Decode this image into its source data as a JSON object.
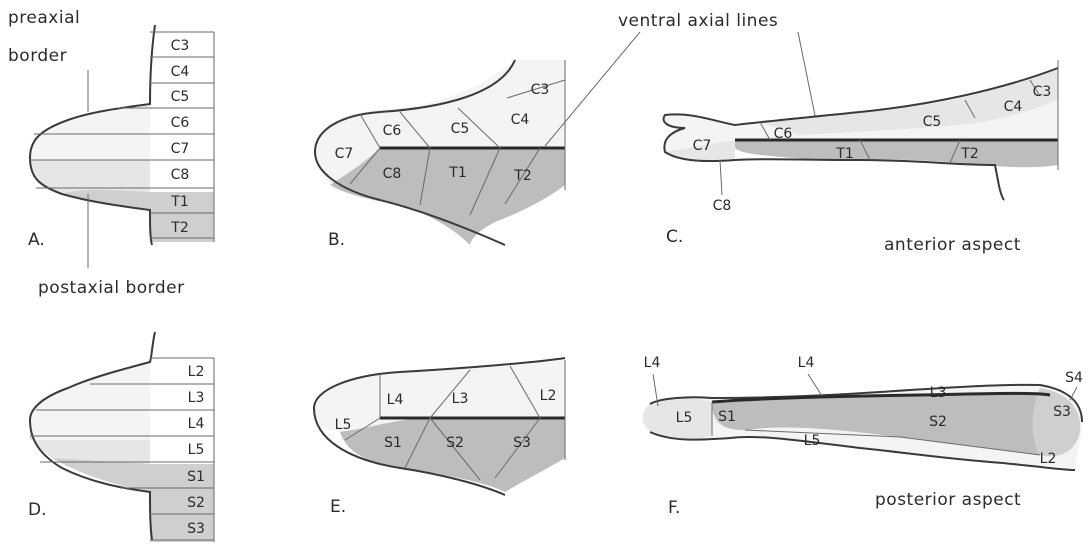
{
  "colors": {
    "ink": "#3a3a3a",
    "light_fill": "#f4f4f4",
    "mid_fill": "#e6e6e6",
    "dark_fill": "#cfcfcf",
    "darker_fill": "#bdbdbd"
  },
  "annotations": {
    "preaxial_line1": "preaxial",
    "preaxial_line2": "border",
    "postaxial": "postaxial border",
    "ventral_axial": "ventral axial lines",
    "anterior": "anterior aspect",
    "posterior": "posterior aspect"
  },
  "panels": {
    "A": "A.",
    "B": "B.",
    "C": "C.",
    "D": "D.",
    "E": "E.",
    "F": "F."
  },
  "panel_a": {
    "segments": [
      "C3",
      "C4",
      "C5",
      "C6",
      "C7",
      "C8",
      "T1",
      "T2"
    ]
  },
  "panel_b": {
    "labels": [
      "C3",
      "C4",
      "C5",
      "C6",
      "C7",
      "C8",
      "T1",
      "T2"
    ]
  },
  "panel_c": {
    "labels": [
      "C3",
      "C4",
      "C5",
      "C6",
      "C7",
      "T1",
      "T2",
      "C8"
    ]
  },
  "panel_d": {
    "segments": [
      "L2",
      "L3",
      "L4",
      "L5",
      "S1",
      "S2",
      "S3"
    ]
  },
  "panel_e": {
    "labels": [
      "L2",
      "L3",
      "L4",
      "L5",
      "S1",
      "S2",
      "S3"
    ]
  },
  "panel_f": {
    "labels": [
      "L4",
      "L4",
      "S4",
      "L3",
      "S3",
      "S2",
      "L5",
      "S1",
      "L5",
      "L2"
    ]
  }
}
